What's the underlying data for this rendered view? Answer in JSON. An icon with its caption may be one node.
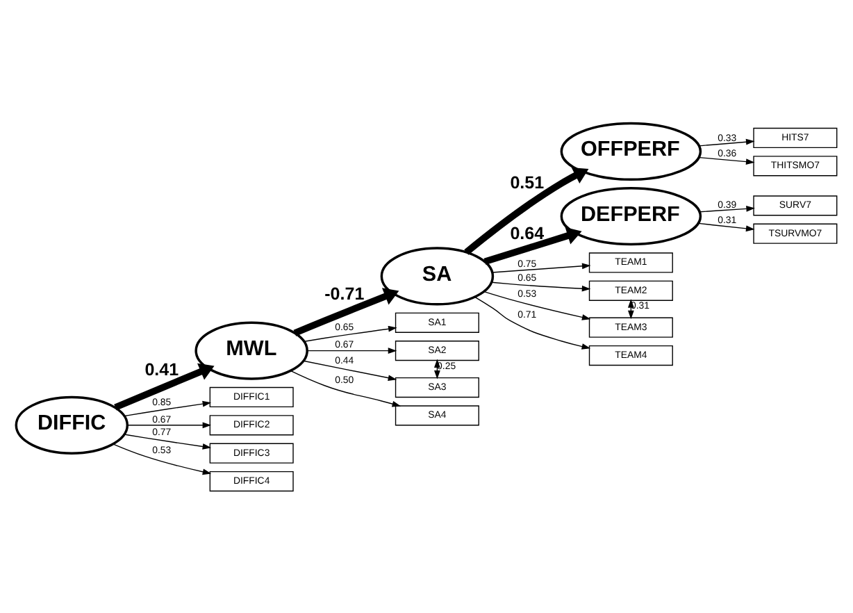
{
  "diagram": {
    "nodes": [
      {
        "text": [
          "HITS7"
        ]
      },
      {
        "text": [
          "THITSMO7"
        ]
      },
      {
        "text": [
          "OFFPERF"
        ]
      },
      {
        "text": [
          "DEFPERF"
        ]
      },
      {
        "text": [
          "SURV7"
        ]
      },
      {
        "text": [
          "TSURVMO7"
        ]
      },
      {
        "text": [
          "SA"
        ]
      },
      {
        "text": [
          "TEAM1"
        ]
      },
      {
        "text": [
          "TEAM2"
        ]
      },
      {
        "text": [
          "TEAM3"
        ]
      },
      {
        "text": [
          "TEAM4"
        ]
      },
      {
        "text": [
          "MWL"
        ]
      },
      {
        "text": [
          "SA1"
        ]
      },
      {
        "text": [
          "SA2"
        ]
      },
      {
        "text": [
          "SA3"
        ]
      },
      {
        "text": [
          "SA4"
        ]
      },
      {
        "text": [
          "DIFFIC"
        ]
      },
      {
        "text": [
          "DIFFIC1"
        ]
      },
      {
        "text": [
          "DIFFIC2"
        ]
      },
      {
        "text": [
          "DIFFIC3"
        ]
      },
      {
        "text": [
          "DIFFIC4"
        ]
      }
    ],
    "edges": [
      {
        "from": 16,
        "to": 11,
        "arrow": "to",
        "label": "0.41",
        "style": "thick"
      },
      {
        "from": 11,
        "to": 6,
        "arrow": "to",
        "label": "-0.71",
        "style": "thick"
      },
      {
        "from": 6,
        "to": 2,
        "arrow": "to",
        "label": "0.51",
        "style": "thick"
      },
      {
        "from": 6,
        "to": 3,
        "arrow": "to",
        "label": "0.64",
        "style": "thick"
      },
      {
        "from": 2,
        "to": 0,
        "arrow": "to",
        "label": "0.33"
      },
      {
        "from": 2,
        "to": 1,
        "arrow": "to",
        "label": "0.36"
      },
      {
        "from": 3,
        "to": 4,
        "arrow": "to",
        "label": "0.39"
      },
      {
        "from": 3,
        "to": 5,
        "arrow": "to",
        "label": "0.31"
      },
      {
        "from": 6,
        "to": 7,
        "arrow": "to",
        "label": "0.75"
      },
      {
        "from": 6,
        "to": 8,
        "arrow": "to",
        "label": "0.65"
      },
      {
        "from": 6,
        "to": 9,
        "arrow": "to",
        "label": "0.53"
      },
      {
        "from": 6,
        "to": 10,
        "arrow": "to",
        "label": "0.71"
      },
      {
        "from": 8,
        "to": 9,
        "arrow": "both",
        "label": "0.31"
      },
      {
        "from": 11,
        "to": 12,
        "arrow": "to",
        "label": "0.65"
      },
      {
        "from": 11,
        "to": 13,
        "arrow": "to",
        "label": "0.67"
      },
      {
        "from": 11,
        "to": 14,
        "arrow": "to",
        "label": "0.44"
      },
      {
        "from": 11,
        "to": 15,
        "arrow": "to",
        "label": "0.50"
      },
      {
        "from": 13,
        "to": 14,
        "arrow": "both",
        "label": "0.25"
      },
      {
        "from": 16,
        "to": 17,
        "arrow": "to",
        "label": "0.85"
      },
      {
        "from": 16,
        "to": 18,
        "arrow": "to",
        "label": "0.67"
      },
      {
        "from": 16,
        "to": 19,
        "arrow": "to",
        "label": "0.77"
      },
      {
        "from": 16,
        "to": 20,
        "arrow": "to",
        "label": "0.53"
      }
    ]
  }
}
